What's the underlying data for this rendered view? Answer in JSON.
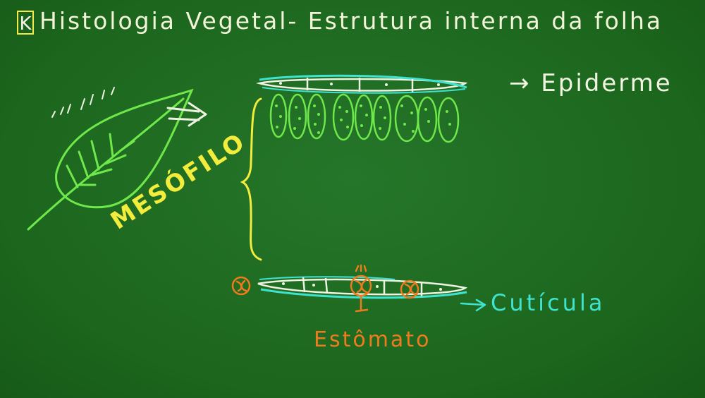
{
  "title": {
    "box_letter": "K",
    "text": "Histologia Vegetal- Estrutura interna da folha"
  },
  "labels": {
    "epiderme": "→ Epiderme",
    "mesofilo": "MESÓFILO",
    "cuticula": "Cutícula",
    "estomato": "Estômato"
  },
  "colors": {
    "board": "#1f6b1f",
    "chalk_white": "#f2f4d8",
    "chalk_yellow": "#f2ec3c",
    "chalk_cyan": "#3fe3d0",
    "chalk_green": "#6ee84a",
    "chalk_orange": "#f07a1e"
  }
}
